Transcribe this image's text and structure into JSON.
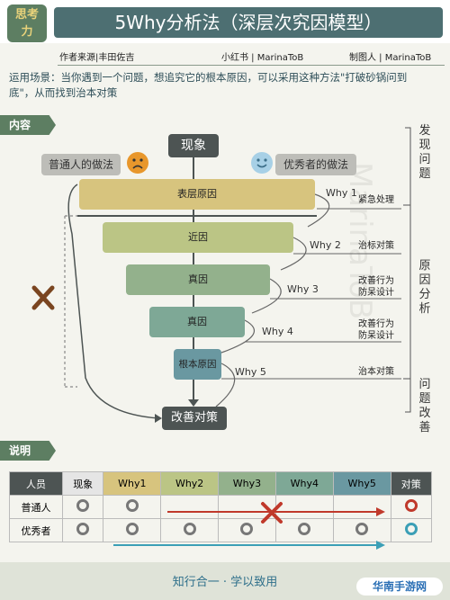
{
  "header": {
    "logo_line1": "思考",
    "logo_line2": "力",
    "title": "5Why分析法（深层次究因模型）",
    "author": "作者来源|丰田佐吉",
    "platform": "小红书 | MarinaToB",
    "maker": "制图人 | MarinaToB"
  },
  "scene": {
    "text": "运用场景：当你遇到一个问题，想追究它的根本原因，可以采用这种方法\"打破砂锅问到底\"，从而找到治本对策"
  },
  "content_section": {
    "tag": "内容",
    "phenomenon": "现象",
    "ordinary_label": "普通人的做法",
    "excellent_label": "优秀者的做法",
    "watermark": "MarinaToB",
    "causes": [
      "表层原因",
      "近因",
      "真因",
      "真因",
      "根本原因"
    ],
    "whys": [
      "Why 1",
      "Why 2",
      "Why 3",
      "Why 4",
      "Why 5"
    ],
    "actions": [
      {
        "line1": "紧急处理",
        "line2": ""
      },
      {
        "line1": "治标对策",
        "line2": ""
      },
      {
        "line1": "改善行为",
        "line2": "防呆设计"
      },
      {
        "line1": "改善行为",
        "line2": "防呆设计"
      },
      {
        "line1": "治本对策",
        "line2": ""
      }
    ],
    "result": "改善对策",
    "side_labels": [
      "发现问题",
      "原因分析",
      "问题改善"
    ],
    "colors": {
      "cause_boxes": [
        "#d7c47e",
        "#bbc585",
        "#93b18c",
        "#7ea896",
        "#6a98a1"
      ],
      "dark_box": "#4d5453",
      "cross": "#7a4520"
    }
  },
  "explain_section": {
    "tag": "说明",
    "headers": [
      "人员",
      "现象",
      "Why1",
      "Why2",
      "Why3",
      "Why4",
      "Why5",
      "对策"
    ],
    "rows": [
      {
        "label": "普通人",
        "marks": [
          "circle",
          "circle",
          "",
          "",
          "",
          "",
          "red-circle"
        ]
      },
      {
        "label": "优秀者",
        "marks": [
          "circle",
          "circle",
          "circle",
          "circle",
          "circle",
          "circle",
          "teal-circle"
        ]
      }
    ],
    "header_colors": [
      "#4d5453",
      "#e5e5e5",
      "#d7c47e",
      "#bbc585",
      "#93b18c",
      "#7ea896",
      "#6a98a1",
      "#4d5453"
    ]
  },
  "footer": {
    "motto": "知行合一 · 学以致用",
    "watermark_logo": "华南手游网"
  }
}
